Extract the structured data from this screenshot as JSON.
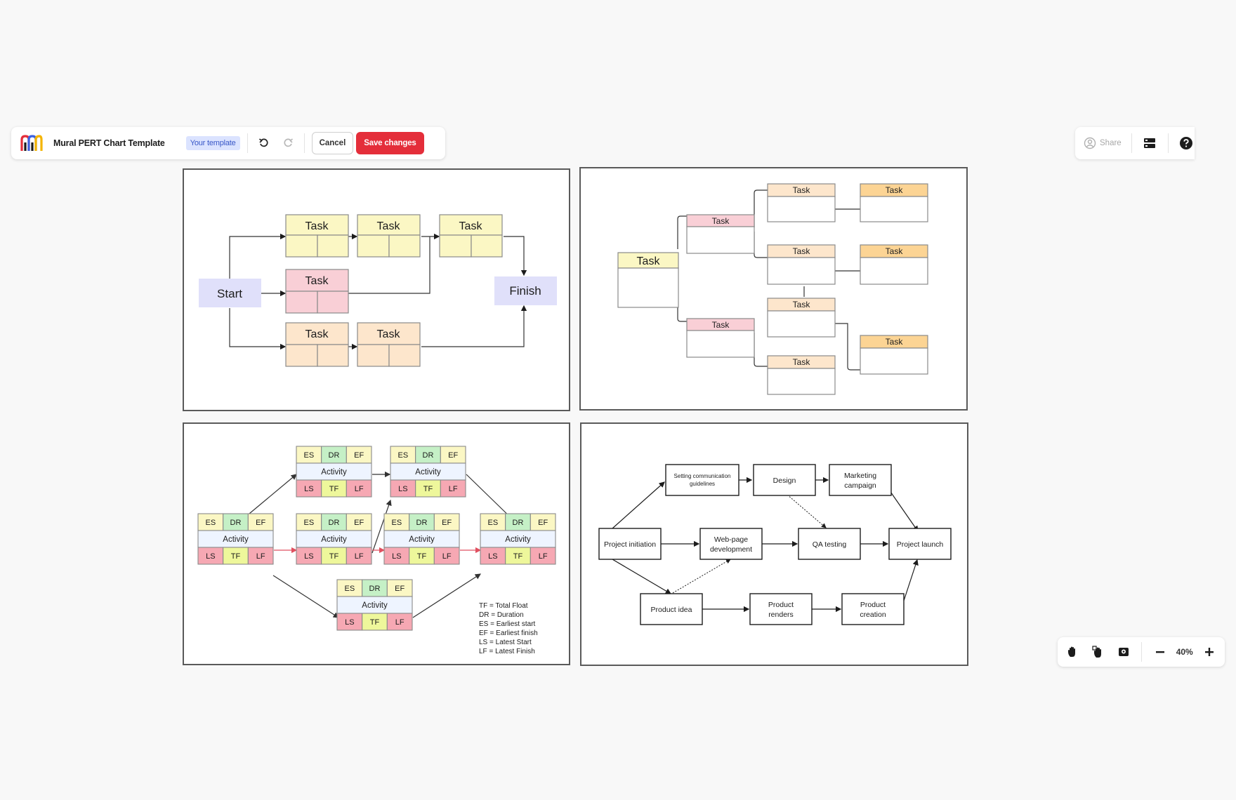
{
  "app": {
    "title": "Mural PERT Chart Template",
    "tag": "Your template",
    "cancel_label": "Cancel",
    "save_label": "Save changes",
    "share_label": "Share",
    "zoom_label": "40%"
  },
  "icons": {
    "logo": "mural-logo-icon",
    "undo": "undo-icon",
    "redo": "redo-icon",
    "share": "share-user-icon",
    "layout": "layout-panel-icon",
    "help": "help-icon",
    "hand": "hand-pan-icon",
    "select": "select-hand-icon",
    "map": "map-icon",
    "zoom_out": "zoom-out-icon",
    "zoom_in": "zoom-in-icon"
  },
  "colors": {
    "save": "#e42e3a",
    "tag_bg": "#dbe3ff",
    "yellow": "#fbf7c4",
    "pink": "#f9cfd6",
    "peach": "#fde6cc",
    "lavender": "#e0e0fa",
    "orange": "#fcd494",
    "green": "#c5f0c6",
    "red": "#f6a8b3",
    "lime": "#eef79b",
    "lightblue": "#eef4ff"
  },
  "template1": {
    "start": "Start",
    "finish": "Finish",
    "task": "Task"
  },
  "template2": {
    "task": "Task"
  },
  "template3": {
    "es": "ES",
    "dr": "DR",
    "ef": "EF",
    "activity": "Activity",
    "ls": "LS",
    "tf": "TF",
    "lf": "LF",
    "legend": [
      "TF = Total Float",
      "DR = Duration",
      "ES = Earliest start",
      "EF = Earliest finish",
      "LS = Latest Start",
      "LF = Latest Finish"
    ]
  },
  "template4": {
    "setting": [
      "Setting communication",
      "guidelines"
    ],
    "design": "Design",
    "marketing": [
      "Marketing",
      "campaign"
    ],
    "initiation": "Project initiation",
    "webpage": [
      "Web-page",
      "development"
    ],
    "qa": "QA testing",
    "launch": "Project launch",
    "idea": "Product idea",
    "renders": [
      "Product",
      "renders"
    ],
    "creation": [
      "Product",
      "creation"
    ]
  }
}
